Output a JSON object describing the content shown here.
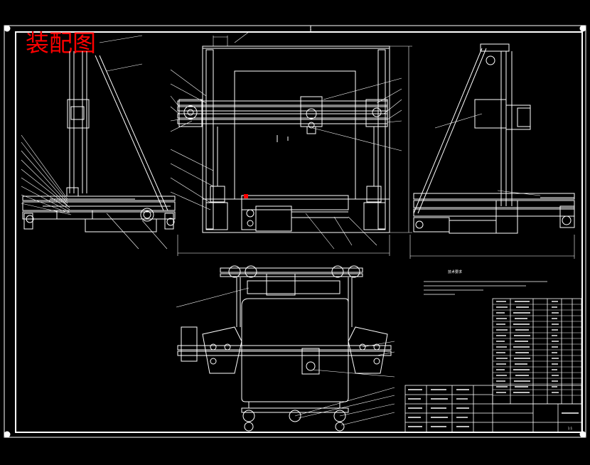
{
  "drawing": {
    "title": "装配图",
    "title_color": "#ff0000",
    "line_color": "#ffffff",
    "background": "#000000",
    "sheet_top_marker": "1",
    "tech_requirements_heading": "技术要求",
    "scale_box": "1:1"
  },
  "colors": {
    "accent_red": "#ff0000",
    "line": "#ffffff"
  }
}
